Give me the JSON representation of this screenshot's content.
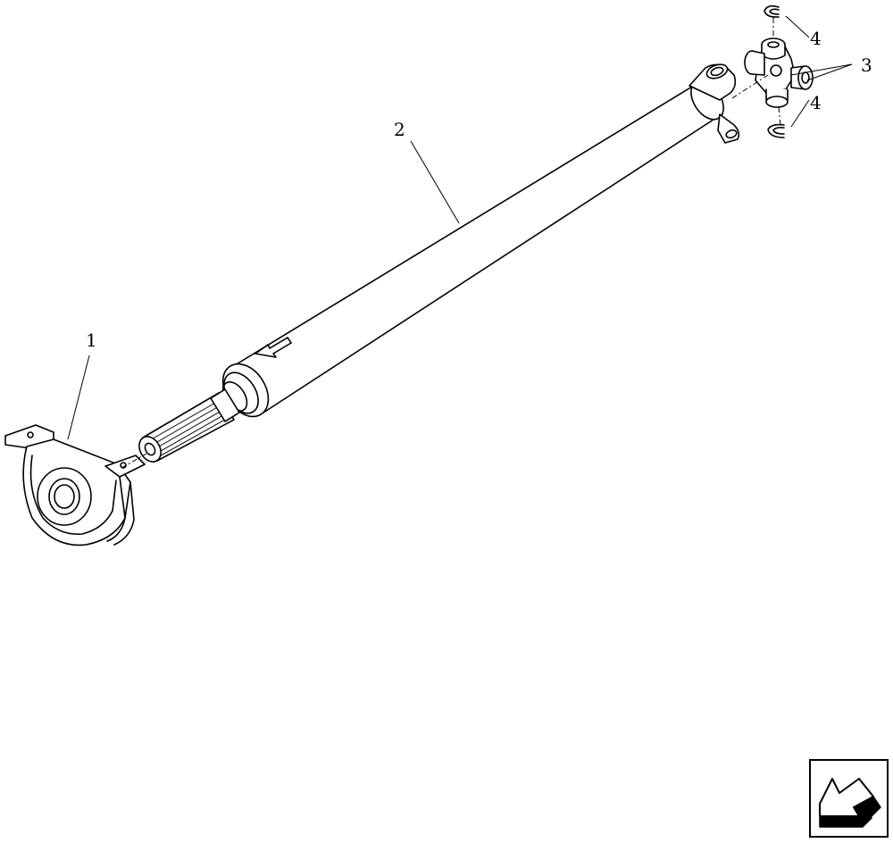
{
  "callouts": [
    {
      "id": "1",
      "label": "1"
    },
    {
      "id": "2",
      "label": "2"
    },
    {
      "id": "3",
      "label": "3"
    },
    {
      "id": "4a",
      "label": "4"
    },
    {
      "id": "4b",
      "label": "4"
    }
  ],
  "nav_icon": "previous-page-arrow-icon"
}
